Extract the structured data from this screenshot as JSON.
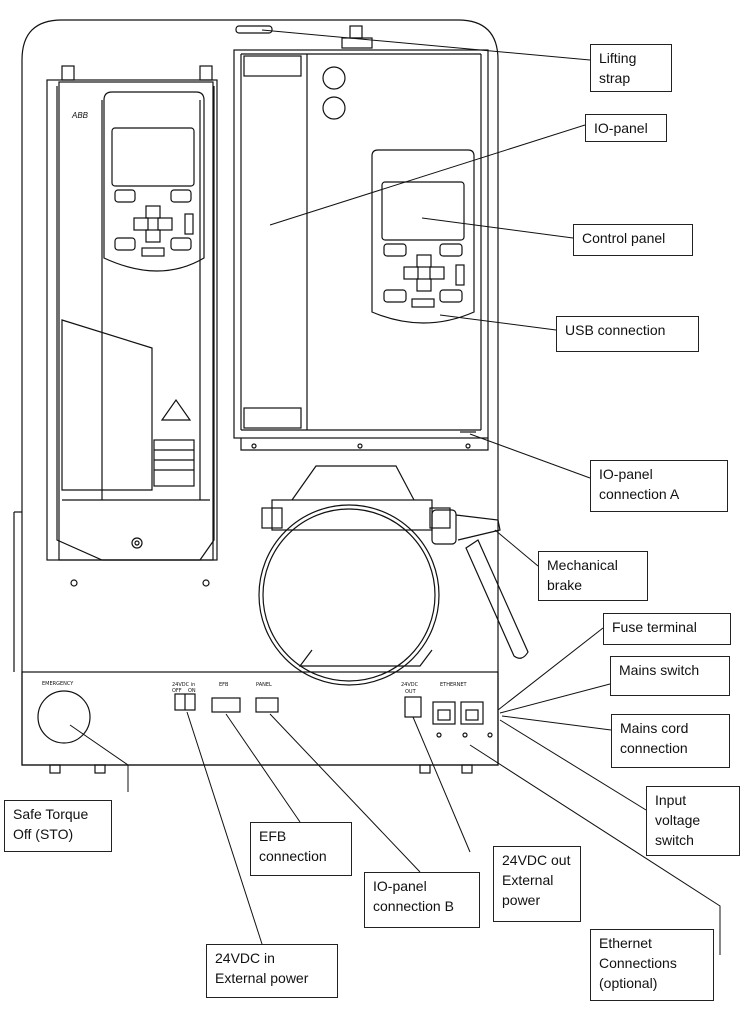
{
  "panel_text": {
    "brand": "ABB",
    "emergency": "EMERGENCY",
    "dc24_in": "24VDC in",
    "off": "OFF",
    "on": "ON",
    "efb": "EFB",
    "panel": "PANEL",
    "dc24_out": "24VDC",
    "out": "OUT",
    "ethernet": "ETHERNET"
  },
  "labels": {
    "lifting_strap": "Lifting\nstrap",
    "io_panel": "IO-panel",
    "control_panel": "Control panel",
    "usb_connection": "USB connection",
    "io_panel_connection_a": "IO-panel\nconnection A",
    "mechanical_brake": "Mechanical\nbrake",
    "fuse_terminal": "Fuse terminal",
    "mains_switch": "Mains switch",
    "mains_cord_connection": "Mains cord\nconnection",
    "input_voltage_switch": "Input\nvoltage\nswitch",
    "safe_torque_off": "Safe Torque\nOff (STO)",
    "efb_connection": "EFB\nconnection",
    "io_panel_connection_b": "IO-panel\nconnection B",
    "dc24_out_external_power": "24VDC out\nExternal\npower",
    "dc24_in_external_power": "24VDC in\nExternal power",
    "ethernet_connections": "Ethernet\nConnections\n(optional)"
  }
}
